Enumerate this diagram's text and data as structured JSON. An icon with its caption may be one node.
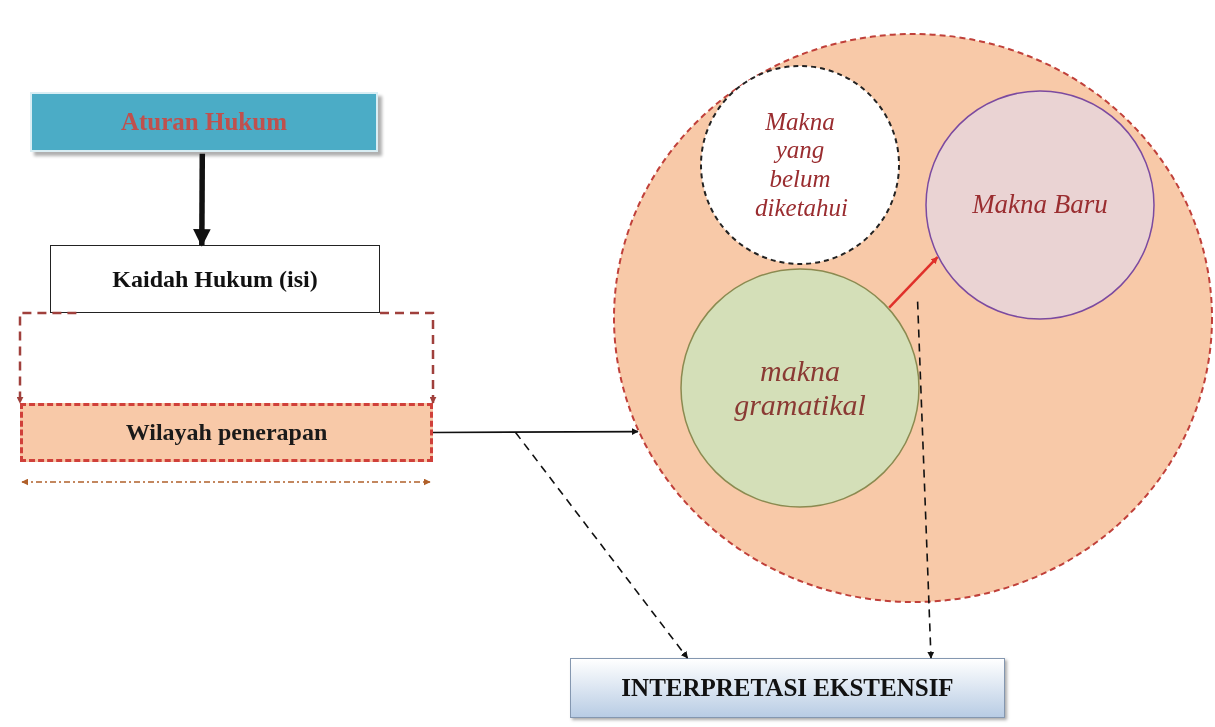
{
  "diagram": {
    "nodes": [
      {
        "text": [
          "Aturan Hukum"
        ]
      },
      {
        "text": [
          "Kaidah Hukum (isi)"
        ]
      },
      {
        "text": [
          "Wilayah penerapan"
        ]
      },
      {
        "text": [],
        "shape": "circle"
      },
      {
        "text": [
          "Makna yang belum diketahui"
        ],
        "in": 3
      },
      {
        "text": [
          "Makna Baru"
        ],
        "in": 3
      },
      {
        "text": [
          "makna gramatikal"
        ],
        "in": 3
      },
      {
        "text": [
          "INTERPRETASI EKSTENSIF"
        ]
      }
    ],
    "edges": [
      {
        "from": 0,
        "to": 1,
        "arrow": "to",
        "style": "thick"
      },
      {
        "from": 1,
        "to": 2,
        "arrow": "to",
        "style": "dashed",
        "color": "#a0403c"
      },
      {
        "from": 1,
        "to": 2,
        "arrow": "to",
        "style": "dashed",
        "color": "#a0403c"
      },
      {
        "from": 2,
        "to": 3,
        "arrow": "to"
      },
      {
        "from": 2,
        "to": 7,
        "arrow": "to",
        "style": "dashed"
      },
      {
        "from": 6,
        "to": 5,
        "arrow": "to",
        "color": "#e0302a"
      },
      {
        "from": 6,
        "to": 7,
        "arrow": "to",
        "style": "dashed"
      }
    ]
  }
}
